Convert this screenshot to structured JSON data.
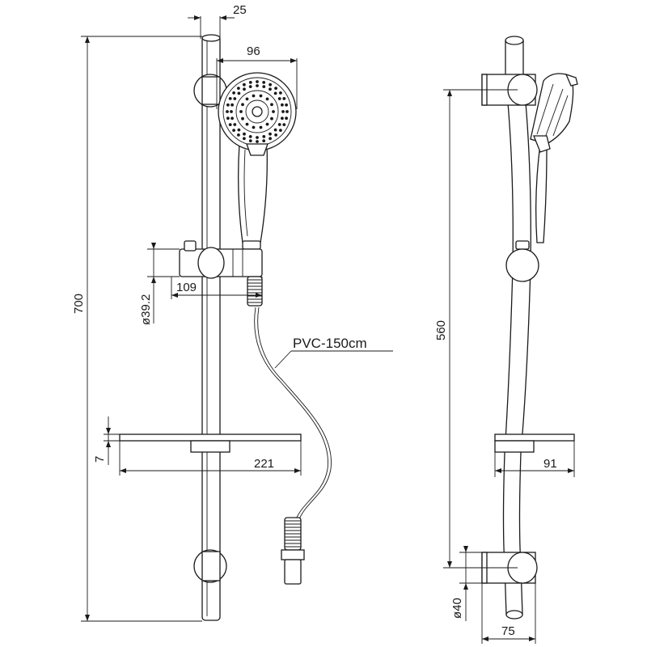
{
  "front_view": {
    "dim_top_offset": "25",
    "dim_head_diameter": "96",
    "dim_total_height": "700",
    "dim_holder_height": "ø39.2",
    "dim_holder_depth": "109",
    "dim_dish_thickness": "7",
    "dim_dish_width": "221",
    "hose_label": "PVC-150cm"
  },
  "side_view": {
    "dim_bracket_spacing": "560",
    "dim_dish_depth": "91",
    "dim_bracket_diameter": "ø40",
    "dim_wall_offset": "75"
  }
}
